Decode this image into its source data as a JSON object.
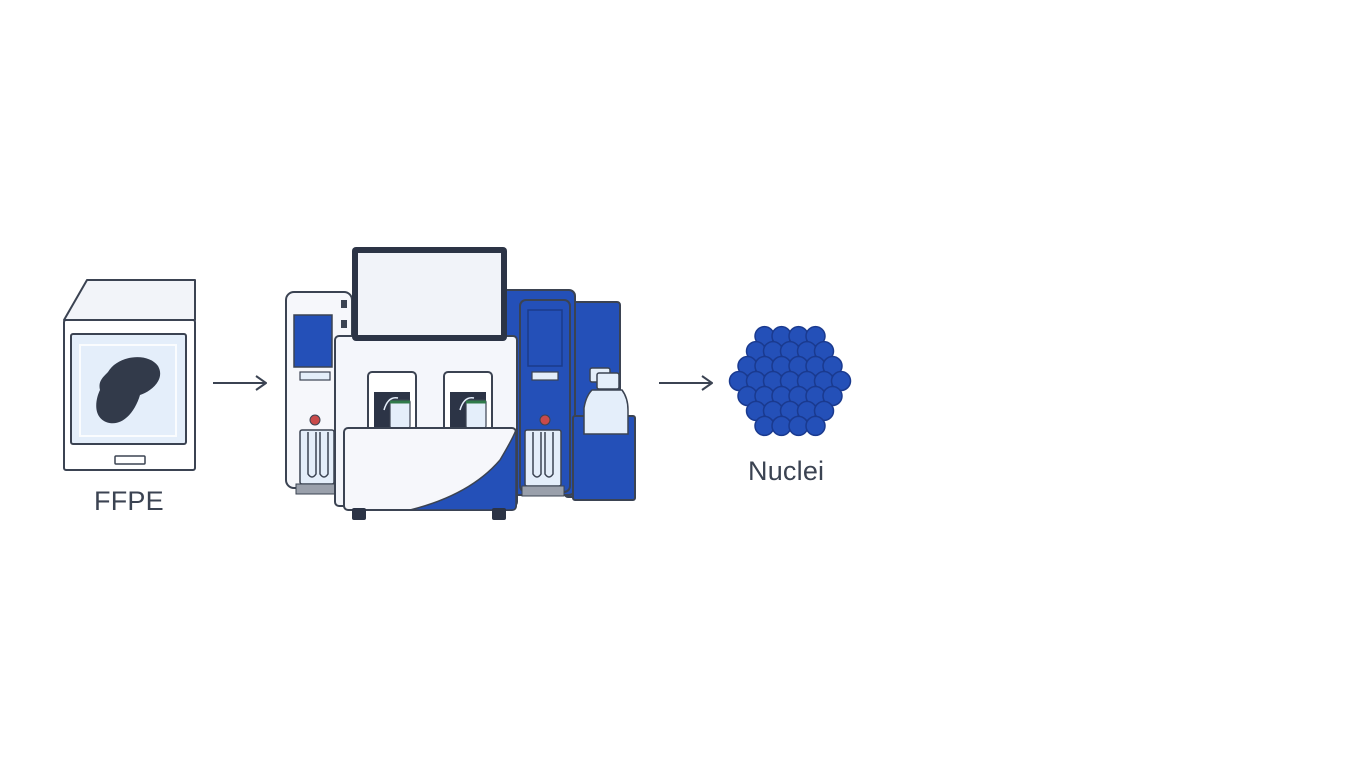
{
  "steps": [
    {
      "id": "ffpe",
      "label": "FFPE",
      "icon": "ffpe-tissue-block-icon"
    },
    {
      "id": "instrument",
      "label": "",
      "icon": "lab-instrument-icon"
    },
    {
      "id": "nuclei",
      "label": "Nuclei",
      "icon": "nuclei-cluster-icon"
    }
  ],
  "colors": {
    "accent_blue": "#2450b8",
    "outline": "#3b4352",
    "pale_blue": "#e4eefa",
    "panel_white": "#f2f4f9",
    "red_knob": "#c94a4a",
    "green_cap": "#2f7a4a"
  }
}
